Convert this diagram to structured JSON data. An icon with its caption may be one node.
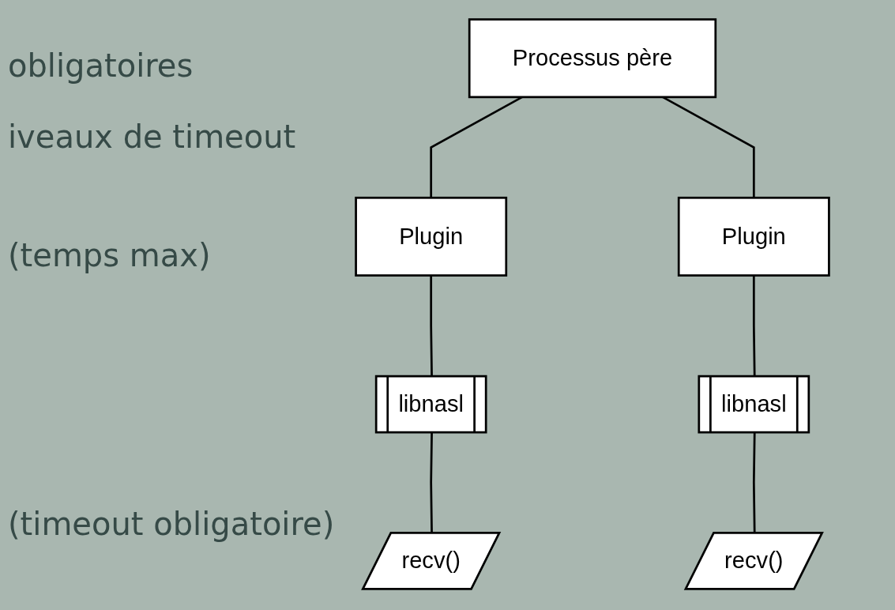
{
  "diagram": {
    "nodes": [
      {
        "text": [
          "Processus père"
        ]
      },
      {
        "text": [
          "Plugin"
        ]
      },
      {
        "text": [
          "Plugin"
        ]
      },
      {
        "text": [
          "libnasl"
        ]
      },
      {
        "text": [
          "libnasl"
        ]
      },
      {
        "text": [
          "recv()"
        ]
      },
      {
        "text": [
          "recv()"
        ]
      }
    ],
    "edges": [
      {
        "from": 0,
        "to": 1,
        "arrow": "none"
      },
      {
        "from": 0,
        "to": 2,
        "arrow": "none"
      },
      {
        "from": 1,
        "to": 3,
        "arrow": "none"
      },
      {
        "from": 2,
        "to": 4,
        "arrow": "none"
      },
      {
        "from": 3,
        "to": 5,
        "arrow": "none"
      },
      {
        "from": 4,
        "to": 6,
        "arrow": "none"
      }
    ],
    "labels": [
      "obligatoires",
      "iveaux de timeout",
      "(temps max)",
      "(timeout obligatoire)"
    ]
  }
}
